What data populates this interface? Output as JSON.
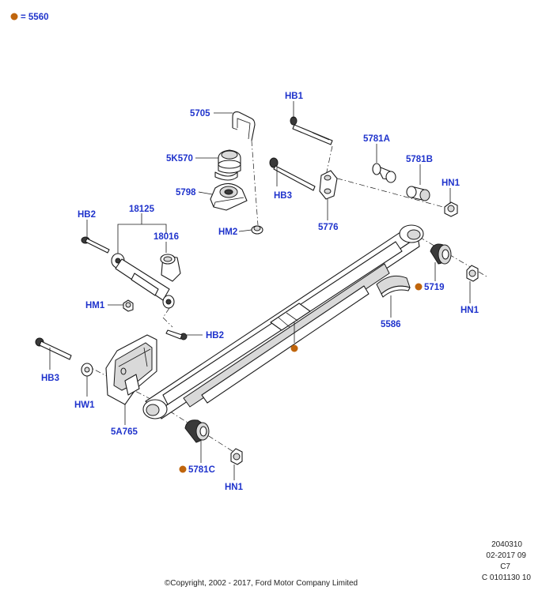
{
  "colors": {
    "label": "#1f33cc",
    "marker": "#c0650c",
    "line": "#1a1a1a"
  },
  "legend": {
    "marker_text": "= 5560"
  },
  "labels": {
    "p5705": "5705",
    "p5k570": "5K570",
    "p5798": "5798",
    "hm2": "HM2",
    "hb1": "HB1",
    "hb3_top": "HB3",
    "p5776": "5776",
    "p5781a": "5781A",
    "p5781b": "5781B",
    "hn1_top": "HN1",
    "p5719": "5719",
    "hn1_right": "HN1",
    "p5586": "5586",
    "hb2_top": "HB2",
    "p18125": "18125",
    "p18016": "18016",
    "hm1": "HM1",
    "hb2_mid": "HB2",
    "hb3_left": "HB3",
    "hw1": "HW1",
    "p5a765": "5A765",
    "p5781c": "5781C",
    "hn1_bottom": "HN1"
  },
  "footer": {
    "line1": "2040310",
    "line2": "02-2017 09",
    "line3": "C7",
    "line4": "C 0101130 10",
    "copyright": "©Copyright, 2002 - 2017, Ford Motor Company Limited"
  }
}
